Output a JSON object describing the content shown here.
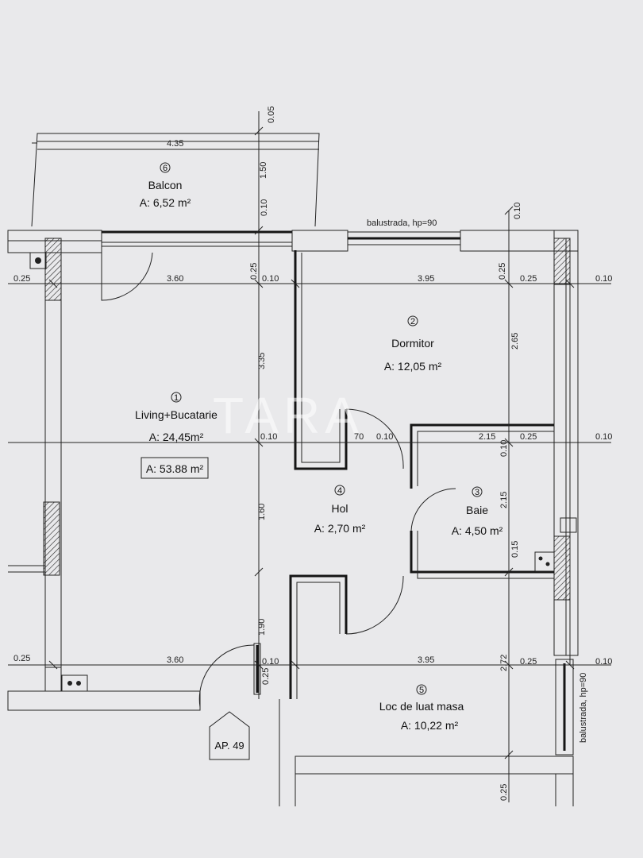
{
  "watermark": "TARA",
  "apartment_tag": "AP. 49",
  "total_area": "A: 53.88 m²",
  "rooms": [
    {
      "num": "1",
      "name": "Living+Bucatarie",
      "area": "A: 24,45m²"
    },
    {
      "num": "2",
      "name": "Dormitor",
      "area": "A: 12,05 m²"
    },
    {
      "num": "3",
      "name": "Baie",
      "area": "A: 4,50 m²"
    },
    {
      "num": "4",
      "name": "Hol",
      "area": "A: 2,70 m²"
    },
    {
      "num": "5",
      "name": "Loc de luat masa",
      "area": "A: 10,22 m²"
    },
    {
      "num": "6",
      "name": "Balcon",
      "area": "A: 6,52 m²"
    }
  ],
  "notes": {
    "balustrade_top": "balustrada, hp=90",
    "balustrade_right": "balustrada, hp=90"
  },
  "dimensions": {
    "balcony_width": "4.35",
    "balcony_depth": "1.50",
    "d_005": "0.05",
    "d_010_a": "0.10",
    "d_010_top_right": "0.10",
    "left_025_top": "0.25",
    "living_width_top": "3.60",
    "d_025_mid_top": "0.25",
    "d_010_mid_top": "0.10",
    "bedroom_width": "3.95",
    "d_025_r1": "0.25",
    "d_025_r2": "0.25",
    "d_010_edge_top": "0.10",
    "living_height": "3.35",
    "bedroom_height": "2.65",
    "d_010_row": "0.10",
    "d_70": "70",
    "d_010_row2": "0.10",
    "bath_width": "2.15",
    "d_025_row": "0.25",
    "d_010_edge_mid": "0.10",
    "d_010_vert": "0.10",
    "bath_height": "2.15",
    "hall_height": "1.60",
    "d_015": "0.15",
    "d_190": "1.90",
    "left_025_bottom": "0.25",
    "living_width_bottom": "3.60",
    "d_010_mid_bottom": "0.10",
    "dining_width": "3.95",
    "d_025_bottom_r": "0.25",
    "d_010_edge_bottom": "0.10",
    "dining_height": "2.72",
    "d_025_vert_bottom": "0.25",
    "d_025_bottom": "0.25"
  }
}
